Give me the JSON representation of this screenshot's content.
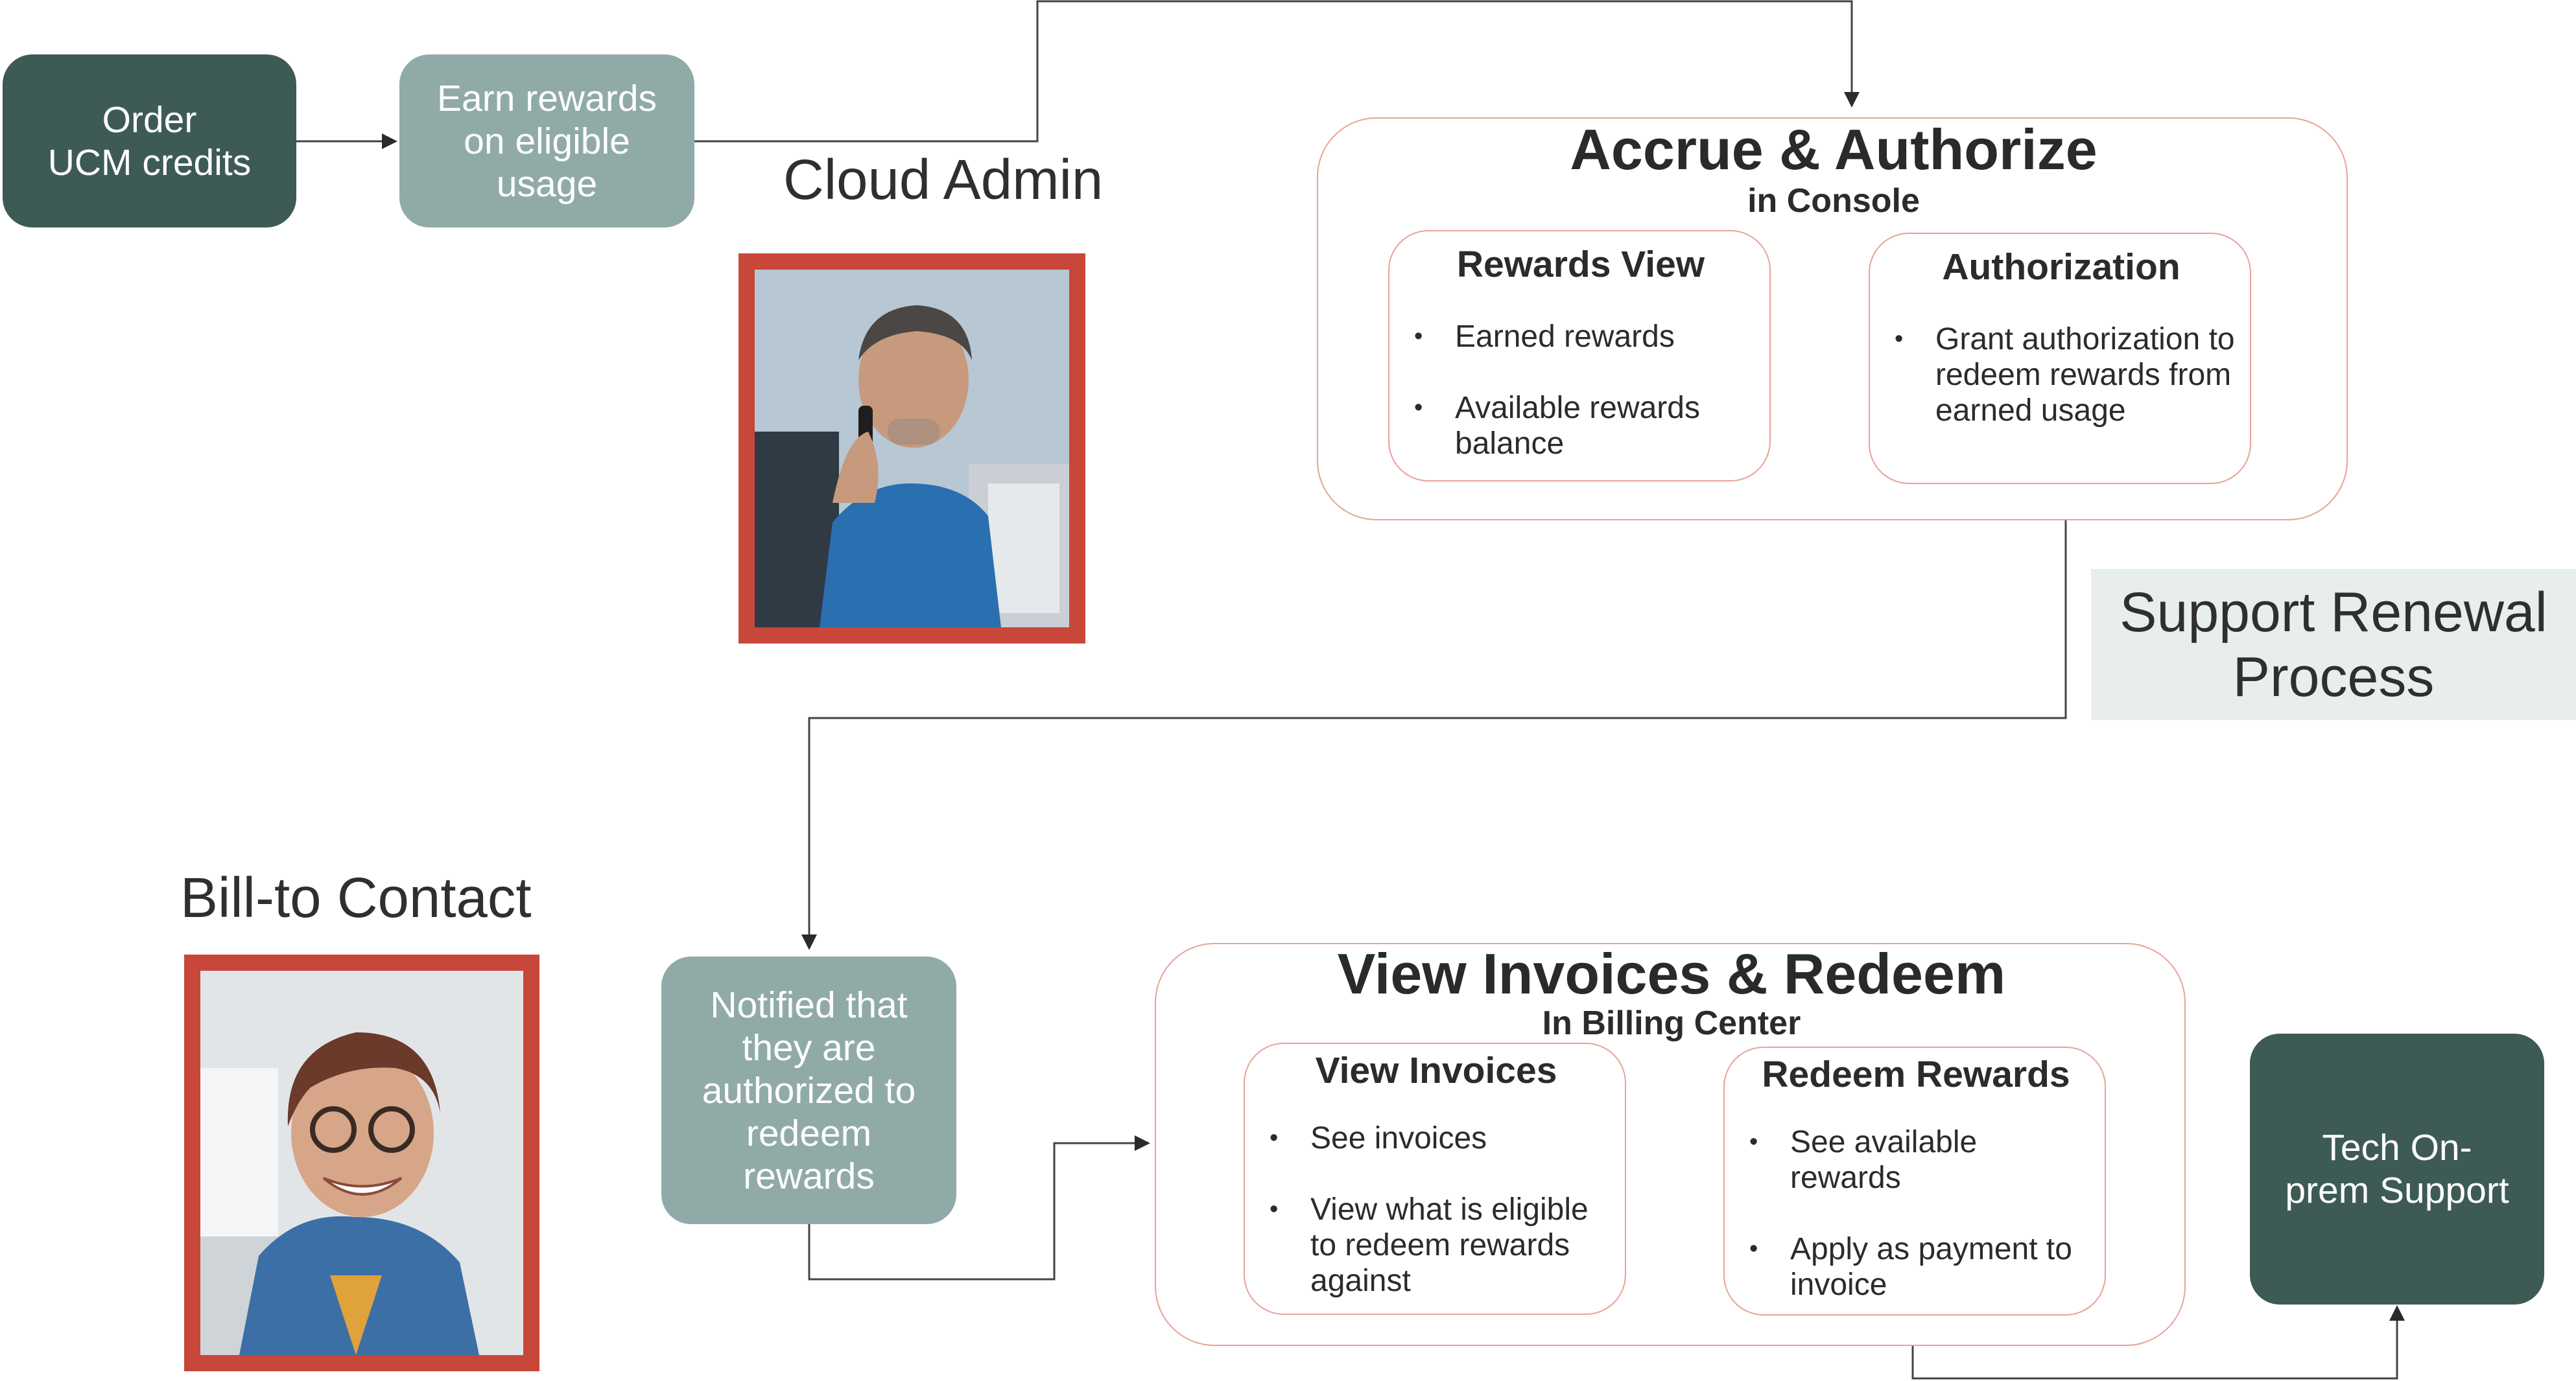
{
  "nodes": {
    "order": "Order\nUCM credits",
    "earn": "Earn rewards\non eligible\nusage",
    "notified": "Notified that\nthey are\nauthorized to\nredeem\nrewards",
    "tech": "Tech On-\nprem Support"
  },
  "roles": {
    "cloud_admin": "Cloud Admin",
    "bill_to": "Bill-to Contact"
  },
  "accrue": {
    "title": "Accrue & Authorize",
    "subtitle": "in Console",
    "rewards_view": {
      "title": "Rewards View",
      "items": [
        "Earned rewards",
        "Available rewards balance"
      ]
    },
    "authorization": {
      "title": "Authorization",
      "items": [
        "Grant authorization to redeem rewards from earned usage"
      ]
    }
  },
  "view_redeem": {
    "title": "View Invoices & Redeem",
    "subtitle": "In Billing Center",
    "view_invoices": {
      "title": "View Invoices",
      "items": [
        "See invoices",
        "View what is eligible to redeem rewards against"
      ]
    },
    "redeem_rewards": {
      "title": "Redeem Rewards",
      "items": [
        "See available rewards",
        "Apply as payment to invoice"
      ]
    }
  },
  "support": "Support Renewal\nProcess",
  "colors": {
    "dark_teal": "#3e5a55",
    "sage": "#90aaa8",
    "frame_red": "#c8463a",
    "box_border": "#e8a39a",
    "support_bg": "#e8eeee"
  }
}
